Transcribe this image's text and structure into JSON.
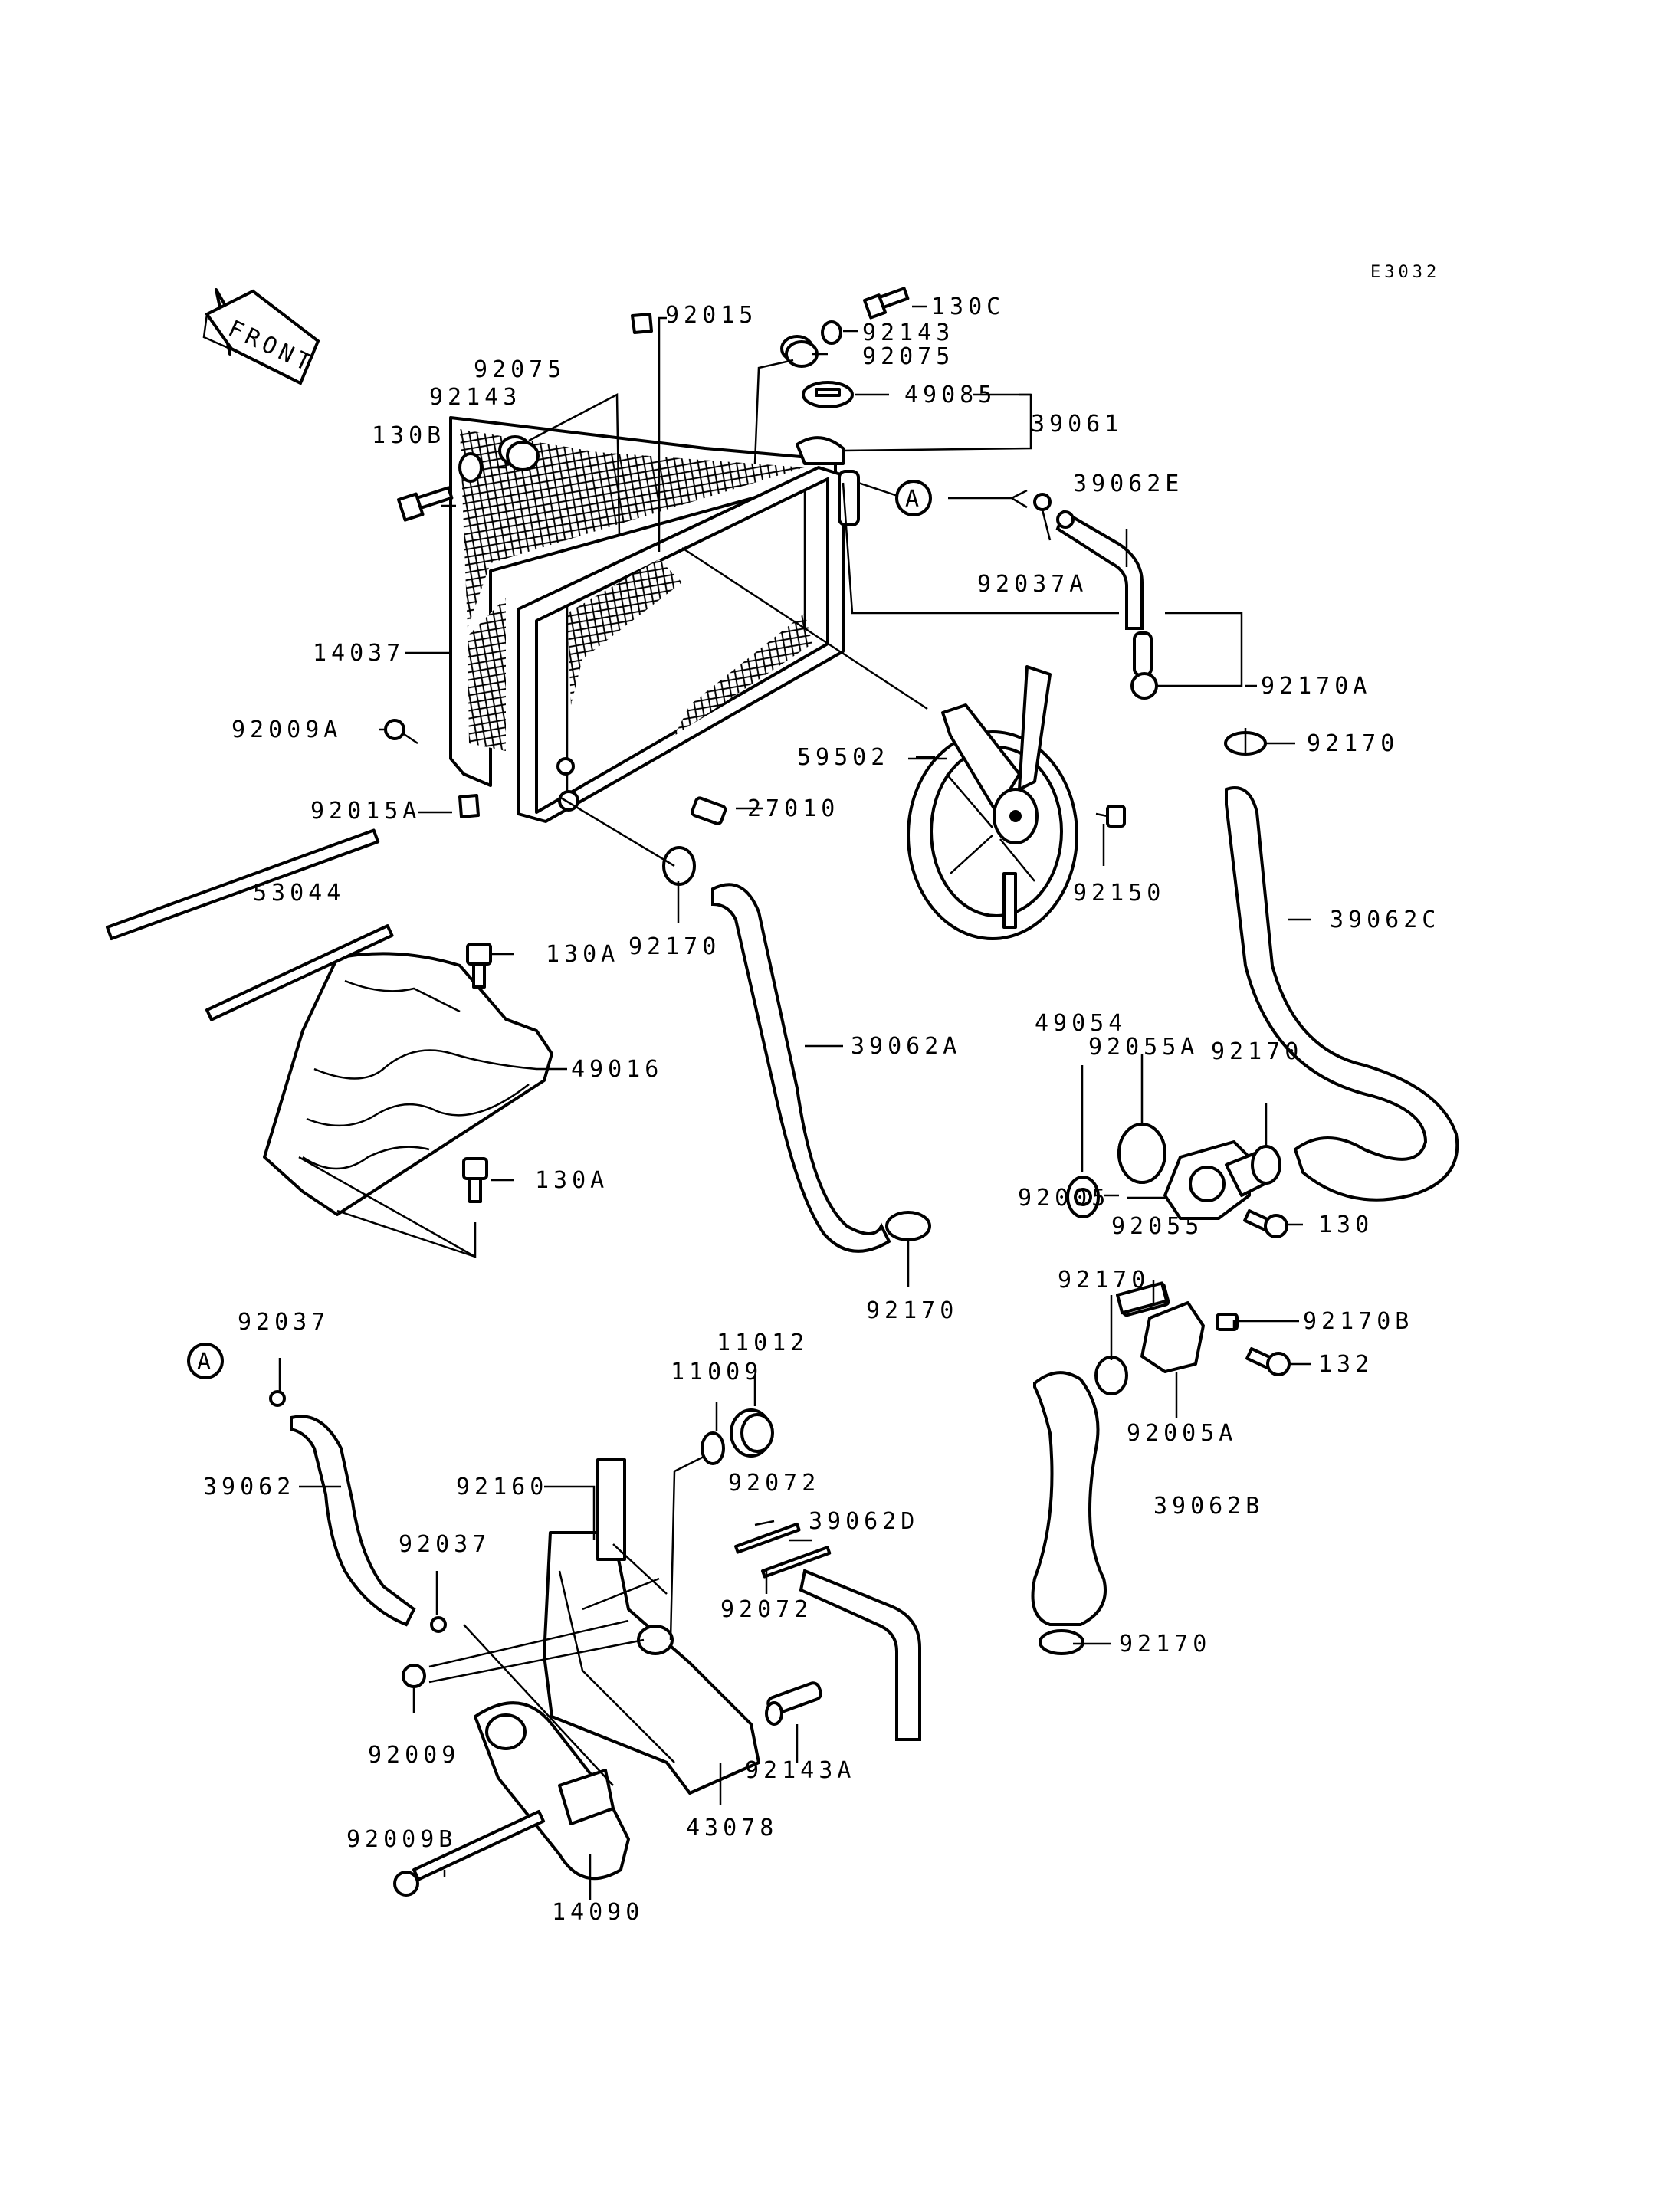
{
  "diagram": {
    "code": "E3032",
    "front_label": "FRONT",
    "ref_marker": "A",
    "labels": {
      "p130C": "130C",
      "p92015": "92015",
      "p92143_top": "92143",
      "p92075_top": "92075",
      "p92075_left": "92075",
      "p92143_left": "92143",
      "p130B": "130B",
      "p49085": "49085",
      "p39061": "39061",
      "p39062E": "39062E",
      "p92037A": "92037A",
      "p14037": "14037",
      "p92170A": "92170A",
      "p92009A": "92009A",
      "p92170_fan": "92170",
      "p59502": "59502",
      "p27010": "27010",
      "p92015A": "92015A",
      "p92150": "92150",
      "p53044": "53044",
      "p92170_lower": "92170",
      "p39062C": "39062C",
      "p130A_top": "130A",
      "p49016": "49016",
      "p39062A": "39062A",
      "p49054": "49054",
      "p92055A": "92055A",
      "p92170_mid": "92170",
      "p130A_bottom": "130A",
      "p92005": "92005",
      "p130": "130",
      "p92055": "92055",
      "p92170_hoseA": "92170",
      "p92170_right": "92170",
      "p92170B": "92170B",
      "p92037_top": "92037",
      "p11012": "11012",
      "p132": "132",
      "p11009": "11009",
      "p92005A": "92005A",
      "p39062": "39062",
      "p92160": "92160",
      "p92072_top": "92072",
      "p39062D": "39062D",
      "p39062B": "39062B",
      "p92037_mid": "92037",
      "p92072_bottom": "92072",
      "p92170_bottom": "92170",
      "p92009": "92009",
      "p92143A": "92143A",
      "p43078": "43078",
      "p92009B": "92009B",
      "p14090": "14090"
    }
  }
}
